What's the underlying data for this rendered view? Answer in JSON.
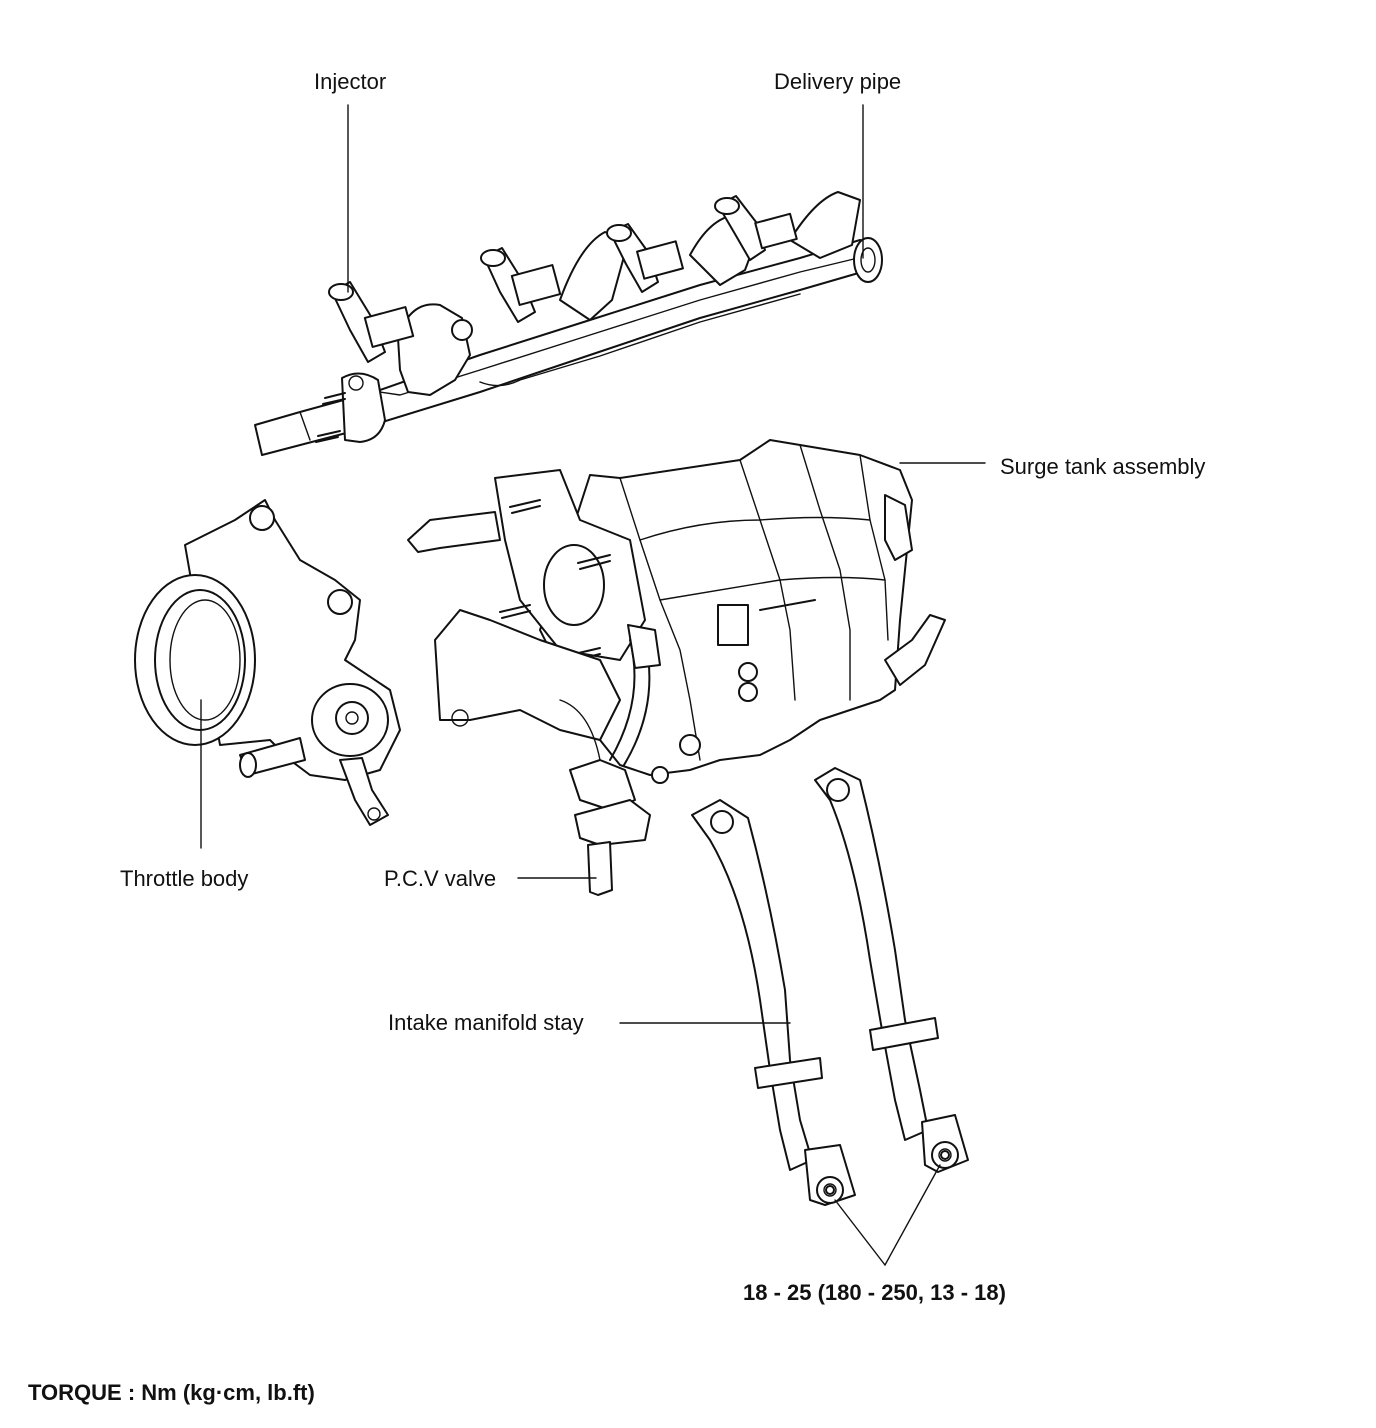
{
  "labels": {
    "injector": "Injector",
    "delivery_pipe": "Delivery pipe",
    "surge_tank": "Surge tank assembly",
    "throttle_body": "Throttle body",
    "pcv_valve": "P.C.V valve",
    "intake_stay": "Intake manifold stay",
    "torque_value": "18 - 25 (180 - 250, 13 - 18)",
    "torque_units": "TORQUE : Nm (kg·cm, lb.ft)"
  },
  "parts": [
    "injector-icon",
    "delivery-pipe-icon",
    "surge-tank-icon",
    "throttle-body-icon",
    "pcv-valve-icon",
    "intake-manifold-stay-icon",
    "bolt-icon"
  ]
}
